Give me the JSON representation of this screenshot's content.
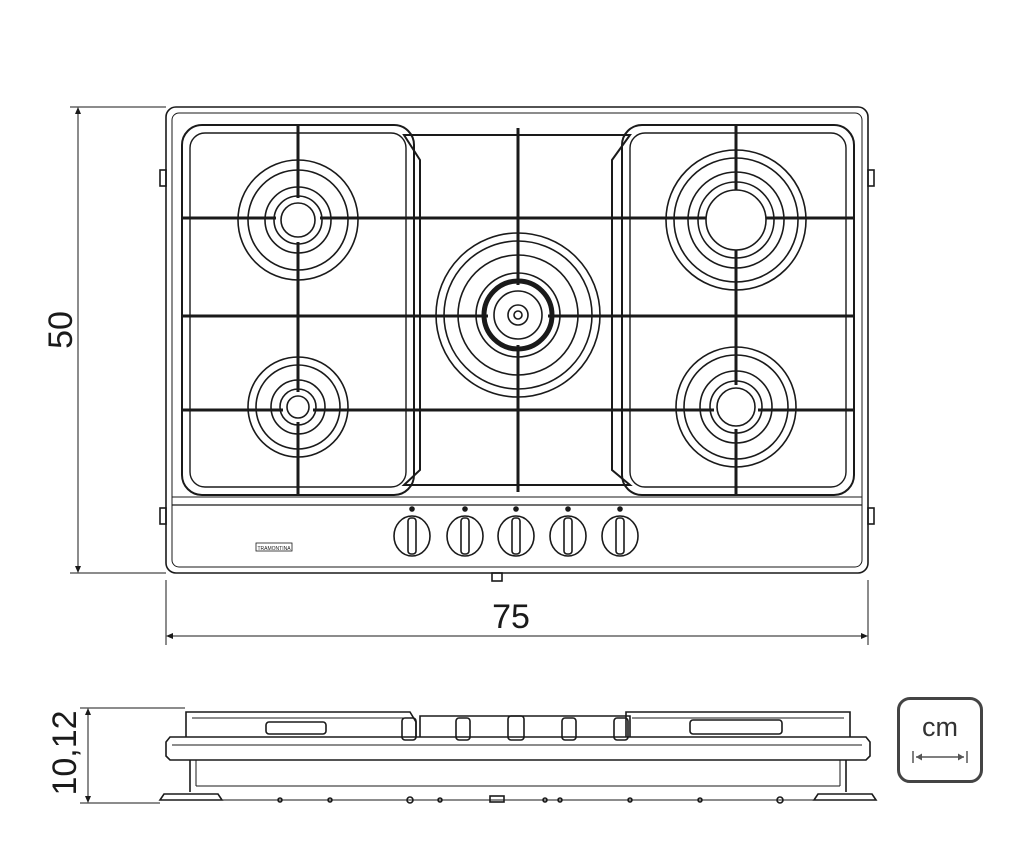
{
  "dimensions": {
    "width_label": "75",
    "depth_label": "50",
    "height_label": "10,12"
  },
  "unit_badge": {
    "label": "cm",
    "icon": "horizontal-measure-arrow-icon"
  },
  "brand": {
    "name": "TRAMONTINA"
  },
  "hob": {
    "burners": 5,
    "knobs": 5
  },
  "colors": {
    "line": "#1a1a1a",
    "badge_border": "#444444"
  }
}
